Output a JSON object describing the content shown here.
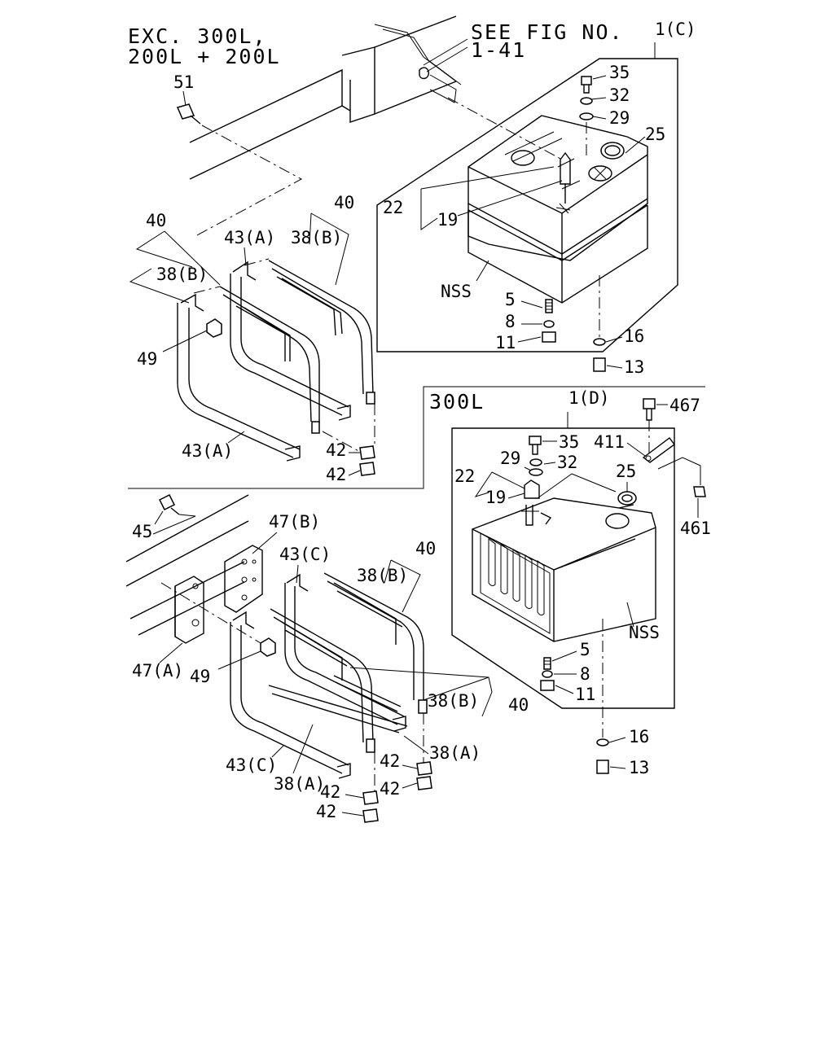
{
  "headings": {
    "exc_line1": "EXC. 300L,",
    "exc_line2": "200L + 200L",
    "see_fig_line1": "SEE FIG NO.",
    "see_fig_line2": "1-41",
    "section_300l": "300L"
  },
  "labels": {
    "c1": "1(C)",
    "d1": "1(D)",
    "n51": "51",
    "n35a": "35",
    "n32a": "32",
    "n29a": "29",
    "n25a": "25",
    "n22a": "22",
    "n19a": "19",
    "nss_a": "NSS",
    "n5a": "5",
    "n8a": "8",
    "n11a": "11",
    "n16a": "16",
    "n13a": "13",
    "n40a": "40",
    "n40b": "40",
    "n43A_top": "43(A)",
    "n38B_a": "38(B)",
    "n38B_b": "38(B)",
    "n49a": "49",
    "n43A_bot": "43(A)",
    "n42a": "42",
    "n42b": "42",
    "n467": "467",
    "n411": "411",
    "n461": "461",
    "n35b": "35",
    "n29b": "29",
    "n32b": "32",
    "n22b": "22",
    "n19b": "19",
    "n25b": "25",
    "nss_b": "NSS",
    "n5b": "5",
    "n8b": "8",
    "n11b": "11",
    "n16b": "16",
    "n13b": "13",
    "n45": "45",
    "n47B": "47(B)",
    "n43C_top": "43(C)",
    "n40c": "40",
    "n38B_c": "38(B)",
    "n47A": "47(A)",
    "n49b": "49",
    "n38B_d": "38(B)",
    "n40d": "40",
    "n38A_a": "38(A)",
    "n42c": "42",
    "n43C_bot": "43(C)",
    "n38A_b": "38(A)",
    "n42d": "42",
    "n42e": "42",
    "n42f": "42"
  }
}
